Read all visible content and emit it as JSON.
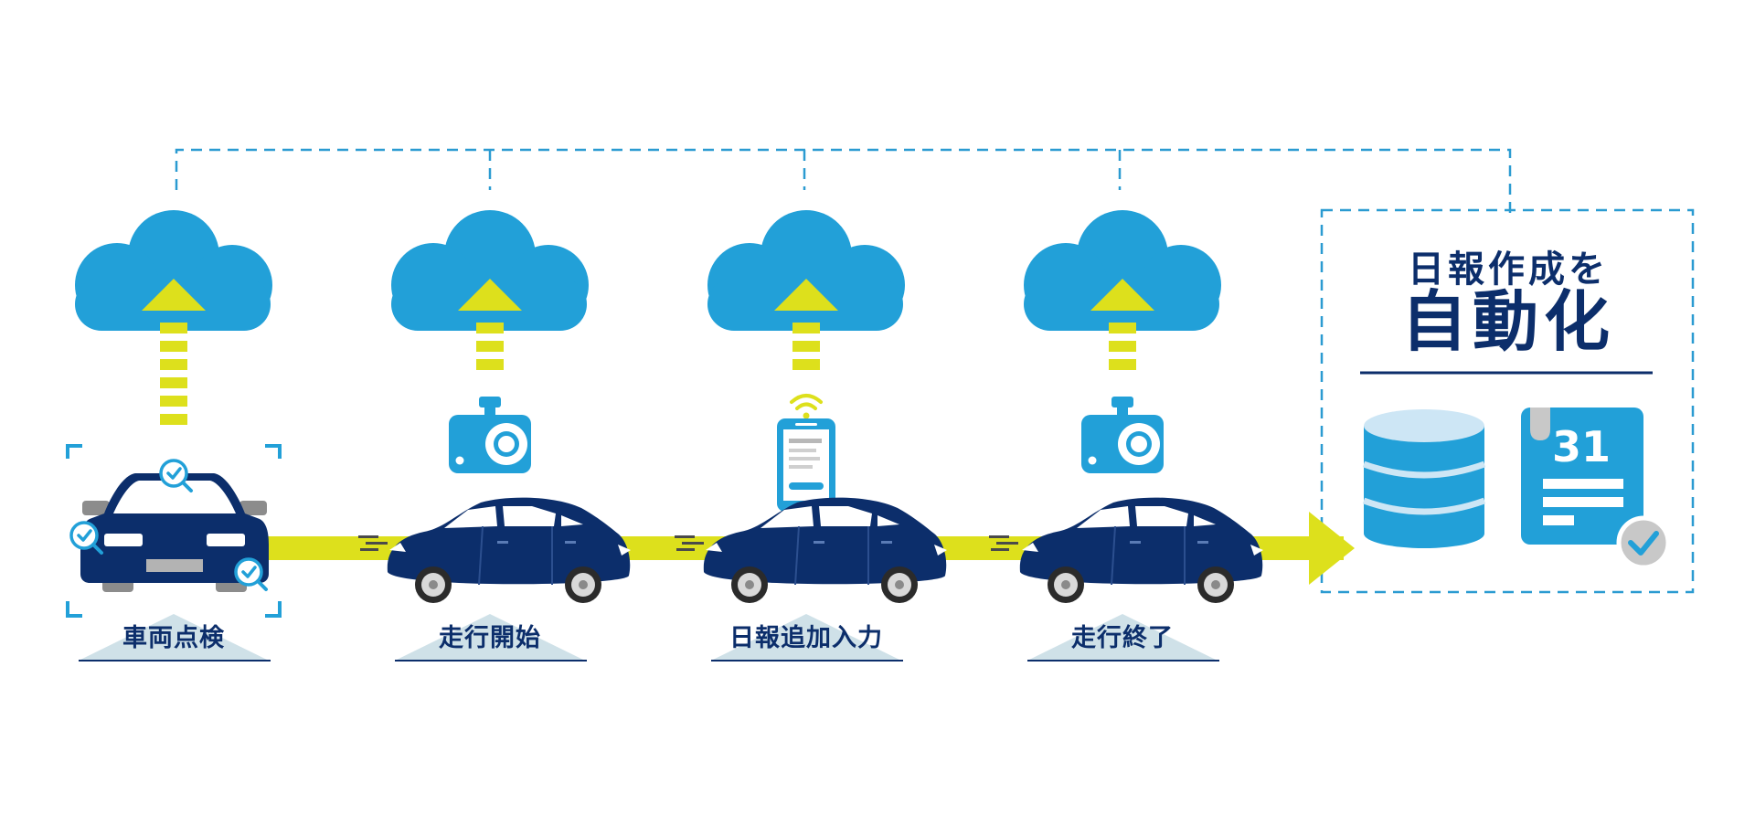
{
  "colors": {
    "navy": "#0c2e6b",
    "cloud_blue": "#22a0d8",
    "accent_yellow": "#dde01c",
    "dashed_line": "#2b9bd1",
    "label_triangle": "#cfe1e8",
    "db_light": "#cde6f5",
    "gray": "#c8c8c8"
  },
  "steps": [
    {
      "label": "車両点検",
      "icon": "vehicle-front-inspection-icon"
    },
    {
      "label": "走行開始",
      "icon": "dashcam-icon"
    },
    {
      "label": "日報追加入力",
      "icon": "smartphone-wifi-icon"
    },
    {
      "label": "走行終了",
      "icon": "dashcam-icon"
    }
  ],
  "summary": {
    "line1": "日報作成を",
    "line2": "自動化",
    "calendar_number": "31",
    "icons": [
      "database-icon",
      "calendar-report-check-icon"
    ]
  }
}
